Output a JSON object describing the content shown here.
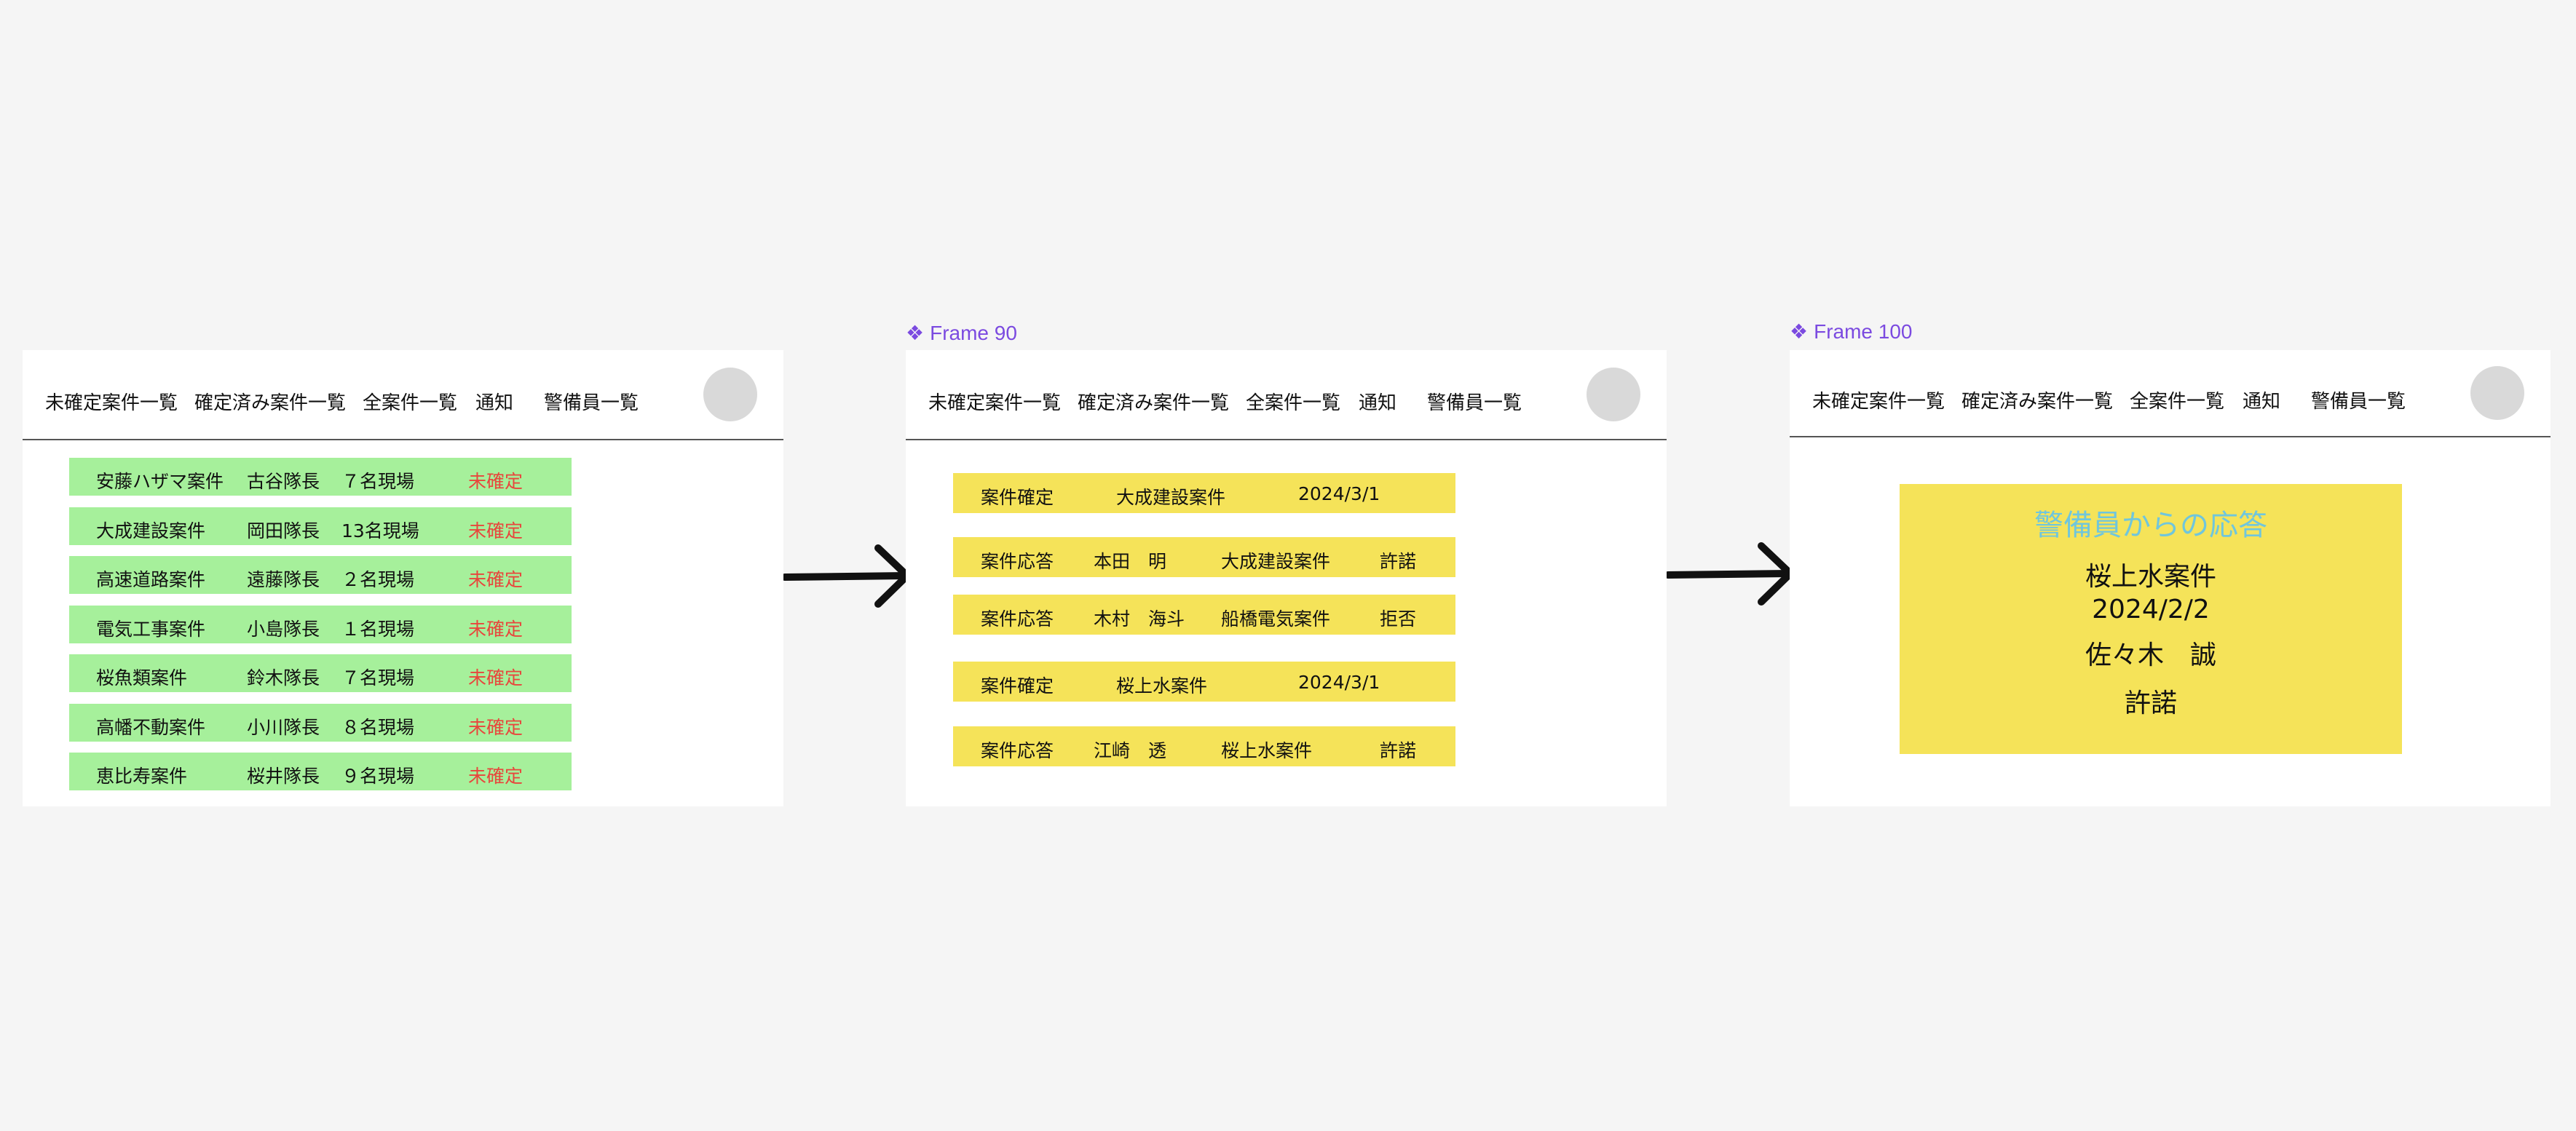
{
  "nav": {
    "items": [
      "未確定案件一覧",
      "確定済み案件一覧",
      "全案件一覧",
      "通知",
      "警備員一覧"
    ]
  },
  "frame_labels": {
    "frame2": "Frame 90",
    "frame3": "Frame 100",
    "glyph": "❖"
  },
  "frame1": {
    "rows": [
      {
        "project": "安藤ハザマ案件",
        "leader": "古谷隊長",
        "sites": "７名現場",
        "status": "未確定"
      },
      {
        "project": "大成建設案件",
        "leader": "岡田隊長",
        "sites": "13名現場",
        "status": "未確定"
      },
      {
        "project": "高速道路案件",
        "leader": "遠藤隊長",
        "sites": "２名現場",
        "status": "未確定"
      },
      {
        "project": "電気工事案件",
        "leader": "小島隊長",
        "sites": "１名現場",
        "status": "未確定"
      },
      {
        "project": "桜魚類案件",
        "leader": "鈴木隊長",
        "sites": "７名現場",
        "status": "未確定"
      },
      {
        "project": "高幡不動案件",
        "leader": "小川隊長",
        "sites": "８名現場",
        "status": "未確定"
      },
      {
        "project": "恵比寿案件",
        "leader": "桜井隊長",
        "sites": "９名現場",
        "status": "未確定"
      }
    ]
  },
  "frame2": {
    "notifications": [
      {
        "type": "案件確定",
        "project": "大成建設案件",
        "date": "2024/3/1"
      },
      {
        "type": "案件応答",
        "name": "本田　明",
        "project": "大成建設案件",
        "answer": "許諾"
      },
      {
        "type": "案件応答",
        "name": "木村　海斗",
        "project": "船橋電気案件",
        "answer": "拒否"
      },
      {
        "type": "案件確定",
        "project": "桜上水案件",
        "date": "2024/3/1"
      },
      {
        "type": "案件応答",
        "name": "江崎　透",
        "project": "桜上水案件",
        "answer": "許諾"
      }
    ]
  },
  "frame3": {
    "card": {
      "title": "警備員からの応答",
      "project": "桜上水案件",
      "date": "2024/2/2",
      "name": "佐々木　誠",
      "answer": "許諾"
    }
  },
  "colors": {
    "background": "#f5f5f5",
    "green_row": "#a6f09b",
    "yellow_row": "#f5e359",
    "status_red": "#e8463c",
    "title_cyan": "#70c6dc",
    "frame_label_purple": "#7b4ae0",
    "avatar_gray": "#d9d9d9"
  }
}
